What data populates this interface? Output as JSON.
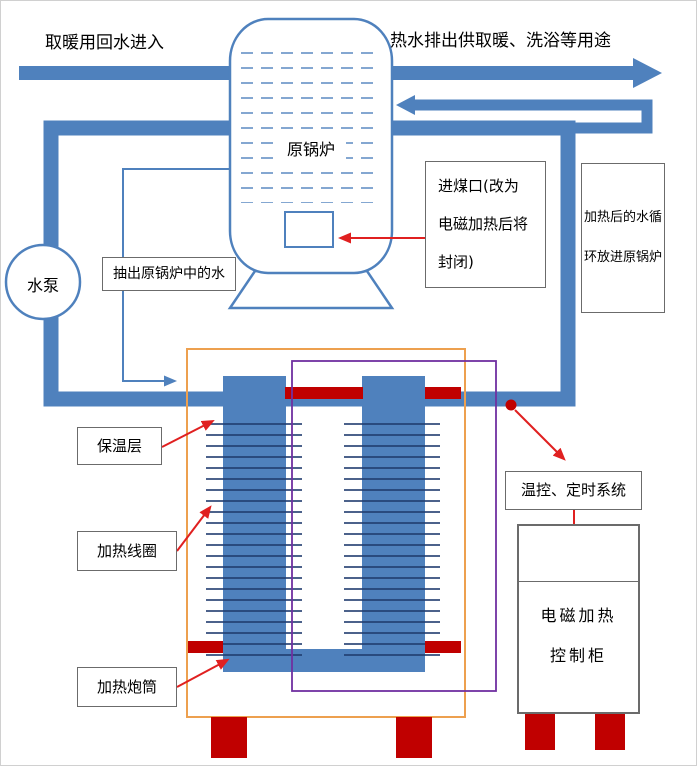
{
  "labels": {
    "inlet": "取暖用回水进入",
    "outlet": "热水排出供取暖、洗浴等用途",
    "boiler": "原锅炉",
    "pump": "水泵",
    "draw_water": "抽出原锅炉中的水",
    "coal_inlet": "进煤口(改为电磁加热后将封闭)",
    "return_water": "加热后的水循环放进原锅炉",
    "insulation": "保温层",
    "heating_coil": "加热线圈",
    "heating_barrel": "加热炮筒",
    "temp_control": "温控、定时系统",
    "cabinet_line1": "电磁加热",
    "cabinet_line2": "控制柜"
  },
  "colors": {
    "pipe_blue": "#4F81BD",
    "coil_line_navy": "#1F3B6E",
    "component_dark_red": "#C00000",
    "annotation_arrow_red": "#E02020",
    "frame_orange": "#EDA04F",
    "circuit_purple": "#7030A0",
    "note_border_gray": "#6B6B6B"
  }
}
